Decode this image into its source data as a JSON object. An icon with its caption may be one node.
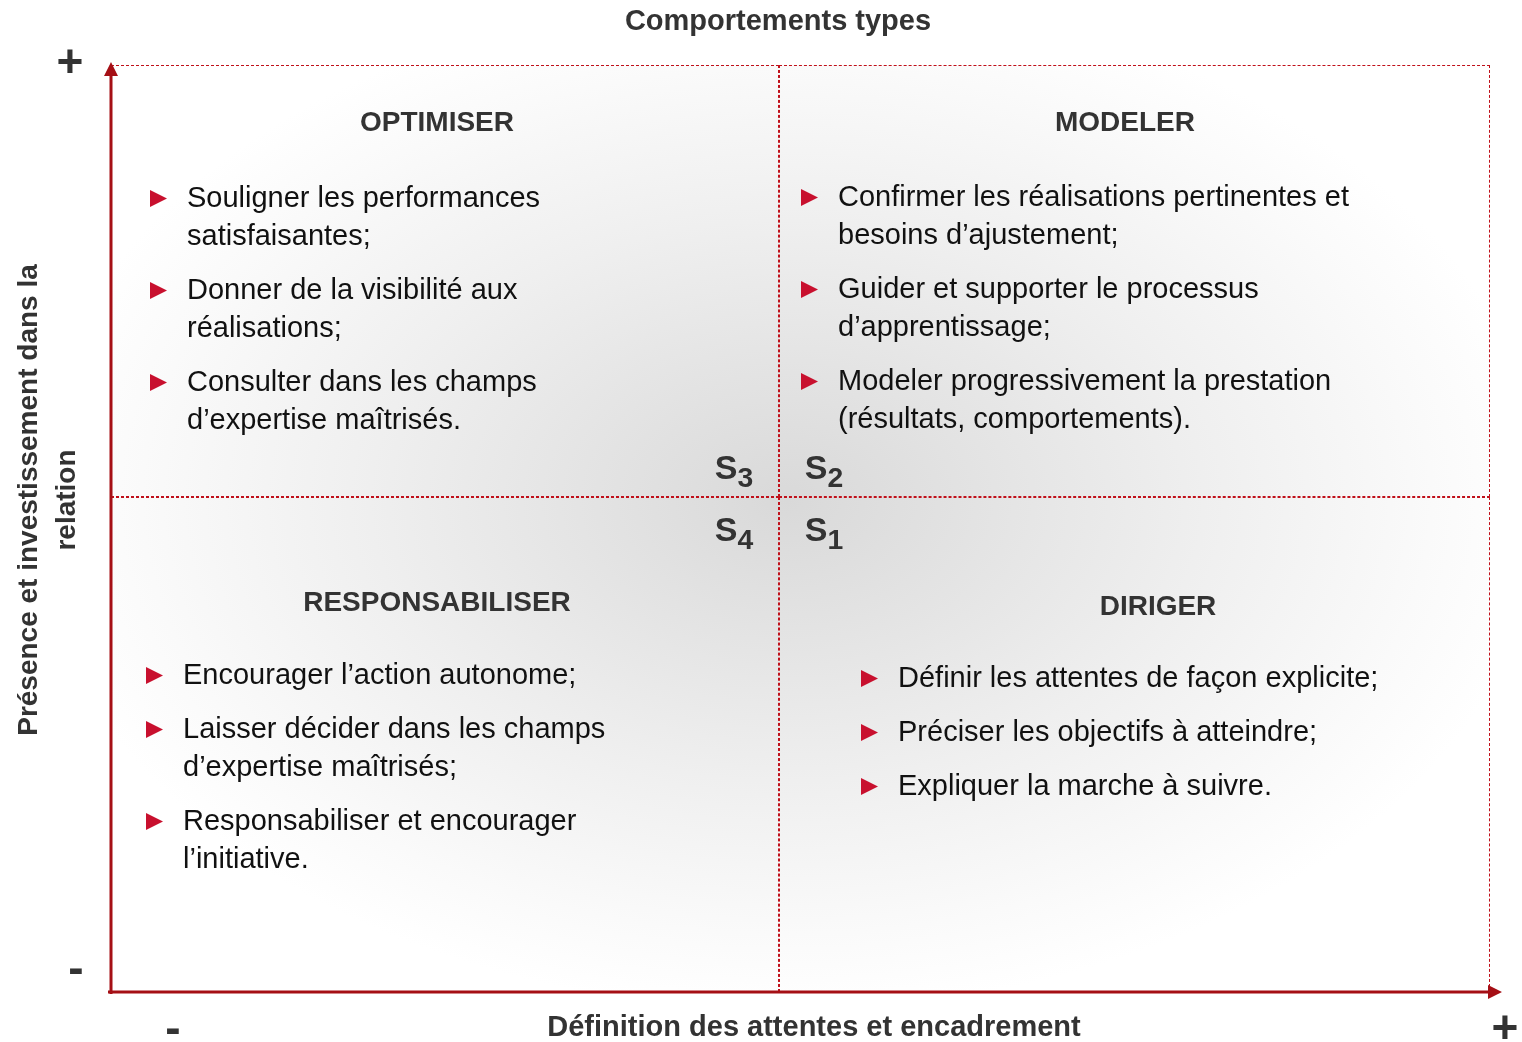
{
  "diagram": {
    "nodes": [
      {
        "text": [
          "OPTIMISER",
          "Souligner les performances satisfaisantes;",
          "Donner de la visibilité aux réalisations;",
          "Consulter dans les champs d’expertise maîtrisés."
        ]
      },
      {
        "text": [
          "MODELER",
          "Confirmer les réalisations pertinentes et besoins d’ajustement;",
          "Guider et supporter le processus d’apprentissage;",
          "Modeler progressivement la prestation (résultats, comportements)."
        ]
      },
      {
        "text": [
          "RESPONSABILISER",
          "Encourager l’action autonome;",
          "Laisser décider dans les champs d’expertise maîtrisés;",
          "Responsabiliser et encourager l’initiative."
        ]
      },
      {
        "text": [
          "DIRIGER",
          "Définir les attentes de façon explicite;",
          "Préciser les objectifs à atteindre;",
          "Expliquer la marche à suivre."
        ]
      }
    ],
    "labels": [
      "Comportements types",
      "+",
      "Présence et investissement dans la relation",
      "S$_{3}$",
      "S$_{2}$",
      "S$_{4}$",
      "S$_{1}$",
      "-",
      "-",
      "Définition des attentes et encadrement",
      "+"
    ]
  }
}
